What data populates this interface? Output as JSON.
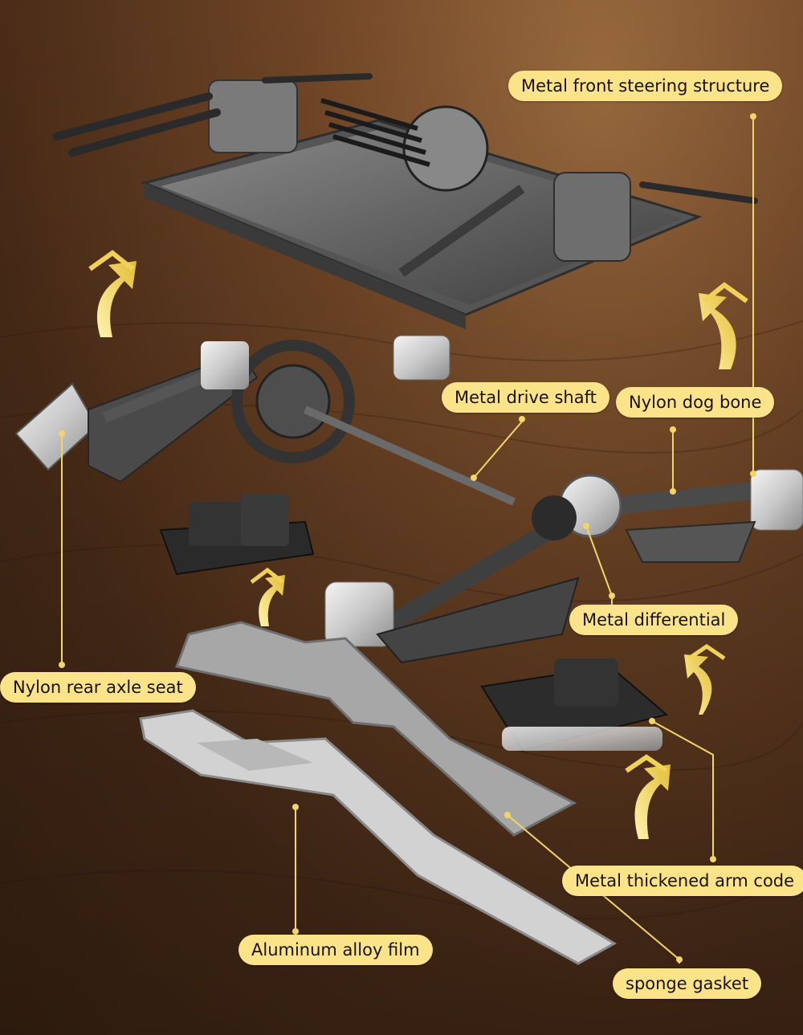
{
  "labels": {
    "front_steering": "Metal front steering structure",
    "drive_shaft": "Metal drive shaft",
    "dog_bone": "Nylon dog bone",
    "differential": "Metal differential",
    "rear_axle_seat": "Nylon rear axle seat",
    "thickened_arm_code": "Metal thickened arm code",
    "aluminum_film": "Aluminum alloy film",
    "sponge_gasket": "sponge gasket"
  },
  "colors": {
    "label_bg": "#fbe38a",
    "arrow": "#e8c545",
    "leader_line": "#f2d56a",
    "background": "#6f4526"
  },
  "icons": [
    "up-arrow-icon"
  ]
}
